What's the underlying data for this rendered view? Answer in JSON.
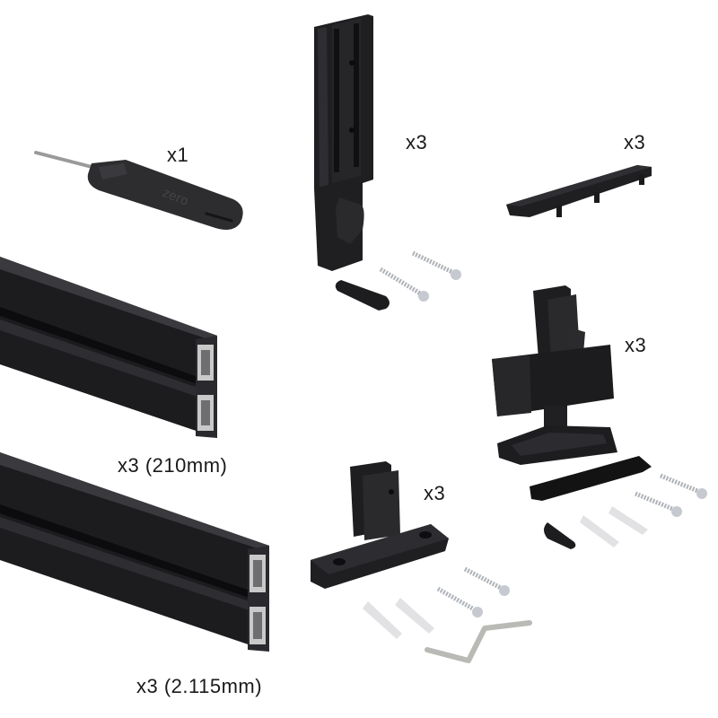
{
  "background": "#ffffff",
  "colors": {
    "part_black": "#1e1e20",
    "part_dark": "#2b2b2e",
    "part_highlight": "#4a4a4e",
    "aluminium": "#c9c9c9",
    "screw": "#b8bcc2",
    "plug": "#e4e4e6",
    "label_text": "#1a1a1a"
  },
  "items": [
    {
      "name": "screwdriver",
      "label": "x1",
      "brand_mark": "zero"
    },
    {
      "name": "wall-bracket",
      "label": "x3"
    },
    {
      "name": "end-cap",
      "label": "x3"
    },
    {
      "name": "floor-ceiling-adjuster",
      "label": "x3"
    },
    {
      "name": "base-bracket",
      "label": "x3"
    },
    {
      "name": "profile-short",
      "label": "x3 (210mm)"
    },
    {
      "name": "profile-long",
      "label": "x3 (2.115mm)"
    }
  ]
}
